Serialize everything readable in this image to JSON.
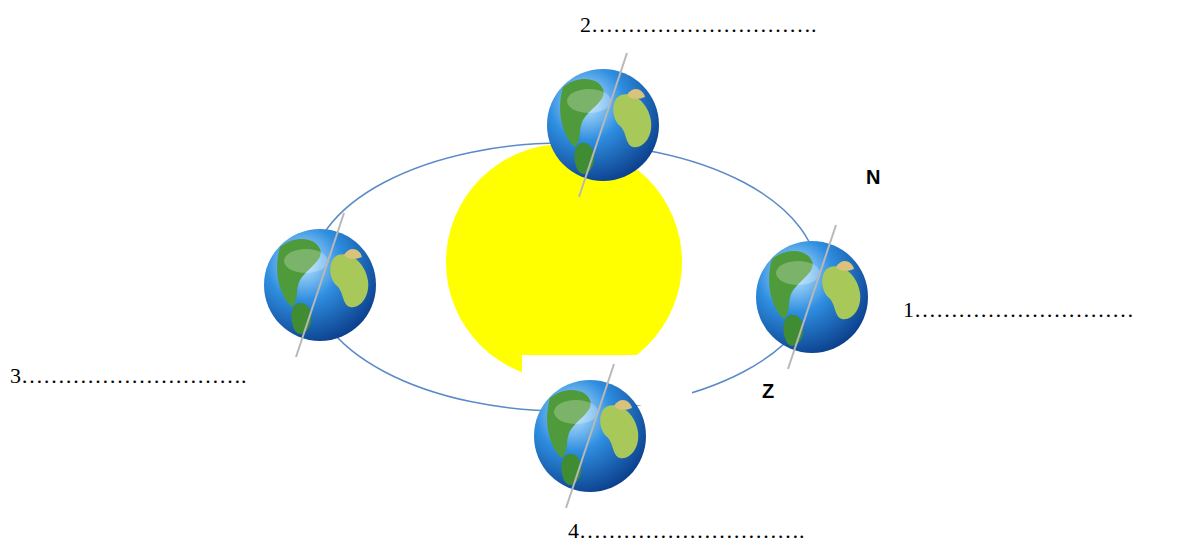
{
  "diagram": {
    "labels": [
      "2………………………….",
      "N",
      "1…………………………",
      "3………………………….",
      "Z",
      "4…………………………."
    ]
  }
}
